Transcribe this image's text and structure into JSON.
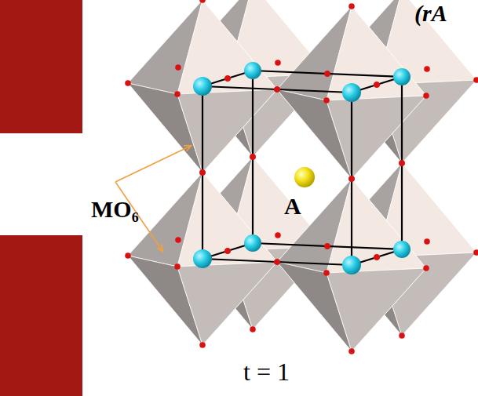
{
  "diagram": {
    "labels": [
      "(rA",
      "MO₆",
      "A",
      "t = 1"
    ]
  }
}
